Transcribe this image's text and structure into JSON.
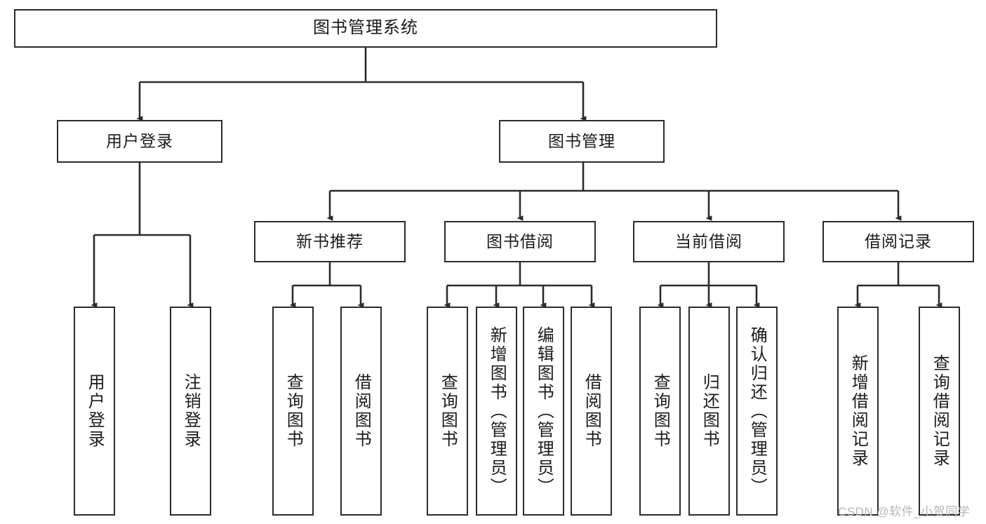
{
  "diagram": {
    "type": "tree-hierarchy",
    "title": "图书管理系统",
    "watermark": "CSDN @软件_小贺同学",
    "colors": {
      "box_border": "#2b2b2b",
      "box_fill": "#ffffff",
      "connector": "#2b2b2b",
      "text": "#1b1b1b",
      "watermark": "#b6b6b6",
      "background": "#ffffff"
    },
    "root": {
      "label": "图书管理系统"
    },
    "level2": [
      {
        "id": "user-login",
        "label": "用户登录"
      },
      {
        "id": "book-manage",
        "label": "图书管理"
      }
    ],
    "level3": [
      {
        "id": "new-book-rec",
        "label": "新书推荐",
        "parent": "book-manage"
      },
      {
        "id": "book-borrow",
        "label": "图书借阅",
        "parent": "book-manage"
      },
      {
        "id": "current-borrow",
        "label": "当前借阅",
        "parent": "book-manage"
      },
      {
        "id": "borrow-record",
        "label": "借阅记录",
        "parent": "book-manage"
      }
    ],
    "leaves": [
      {
        "id": "leaf-user-login",
        "label": "用户登录",
        "parent": "user-login"
      },
      {
        "id": "leaf-user-logout",
        "label": "注销登录",
        "parent": "user-login"
      },
      {
        "id": "leaf-rec-query-book",
        "label": "查询图书",
        "parent": "new-book-rec"
      },
      {
        "id": "leaf-rec-borrow-book",
        "label": "借阅图书",
        "parent": "new-book-rec"
      },
      {
        "id": "leaf-borrow-query-book",
        "label": "查询图书",
        "parent": "book-borrow"
      },
      {
        "id": "leaf-borrow-add-book",
        "label": "新增图书（管理员）",
        "parent": "book-borrow"
      },
      {
        "id": "leaf-borrow-edit-book",
        "label": "编辑图书（管理员）",
        "parent": "book-borrow"
      },
      {
        "id": "leaf-borrow-borrow-book",
        "label": "借阅图书",
        "parent": "book-borrow"
      },
      {
        "id": "leaf-current-query-book",
        "label": "查询图书",
        "parent": "current-borrow"
      },
      {
        "id": "leaf-current-return-book",
        "label": "归还图书",
        "parent": "current-borrow"
      },
      {
        "id": "leaf-current-confirm-return",
        "label": "确认归还（管理员）",
        "parent": "current-borrow"
      },
      {
        "id": "leaf-record-add",
        "label": "新增借阅记录",
        "parent": "borrow-record"
      },
      {
        "id": "leaf-record-query",
        "label": "查询借阅记录",
        "parent": "borrow-record"
      }
    ]
  }
}
